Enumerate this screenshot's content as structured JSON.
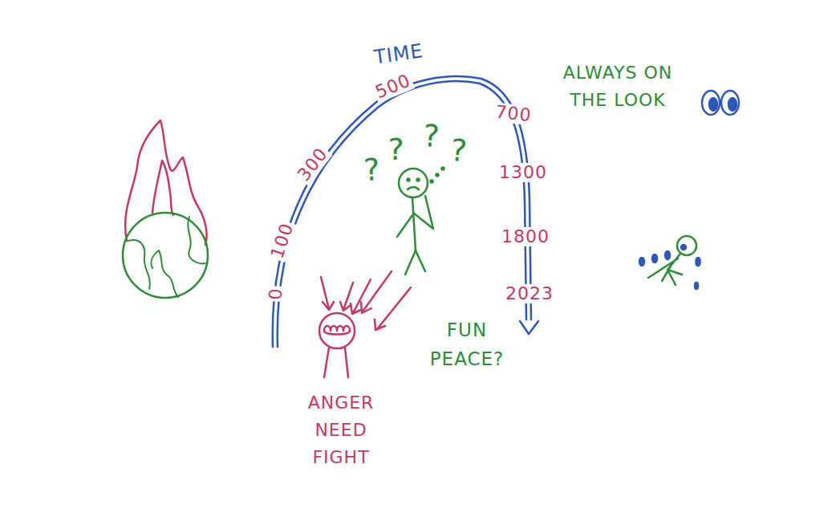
{
  "diagram": {
    "labels": [
      "TIME",
      "0",
      "100",
      "300",
      "500",
      "700",
      "1300",
      "1800",
      "2023",
      "?",
      "?",
      "?",
      "?",
      "ANGER NEED FIGHT",
      "FUN PEACE?",
      "ALWAYS ON THE LOOK"
    ]
  }
}
